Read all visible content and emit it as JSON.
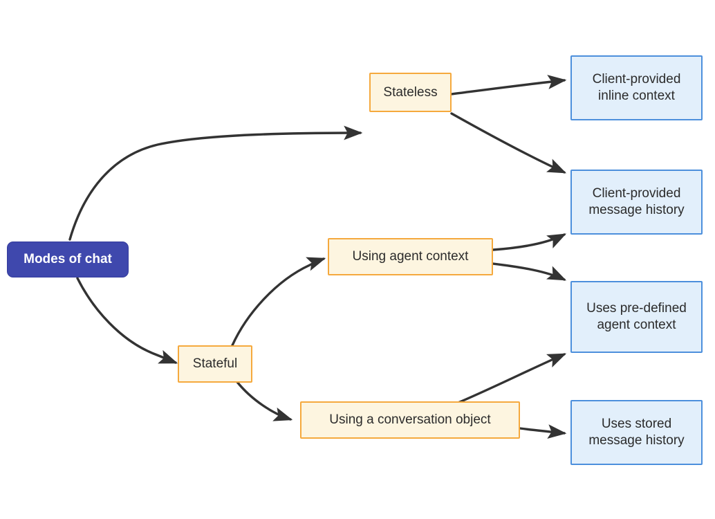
{
  "diagram": {
    "type": "flowchart",
    "direction": "left-to-right",
    "title": "Modes of chat",
    "colors": {
      "root_fill": "#3f48ad",
      "root_stroke": "#333b9c",
      "root_text": "#ffffff",
      "mid_fill": "#fdf5e0",
      "mid_stroke": "#f5a93d",
      "outcome_fill": "#e2effb",
      "outcome_stroke": "#4c8fdc",
      "text": "#2b2b2b",
      "edge": "#333333",
      "background": "#ffffff"
    },
    "nodes": [
      {
        "id": "root",
        "label": "Modes of chat",
        "kind": "root"
      },
      {
        "id": "stateless",
        "label": "Stateless",
        "kind": "mid"
      },
      {
        "id": "stateful",
        "label": "Stateful",
        "kind": "mid"
      },
      {
        "id": "agentctx",
        "label": "Using agent context",
        "kind": "mid"
      },
      {
        "id": "convobj",
        "label": "Using a conversation object",
        "kind": "mid"
      },
      {
        "id": "inline",
        "label": "Client-provided\ninline context",
        "kind": "outcome"
      },
      {
        "id": "clienthist",
        "label": "Client-provided\nmessage history",
        "kind": "outcome"
      },
      {
        "id": "predefined",
        "label": "Uses pre-defined\nagent context",
        "kind": "outcome"
      },
      {
        "id": "storedhist",
        "label": "Uses stored\nmessage history",
        "kind": "outcome"
      }
    ],
    "edges": [
      {
        "from": "root",
        "to": "stateless"
      },
      {
        "from": "root",
        "to": "stateful"
      },
      {
        "from": "stateless",
        "to": "inline"
      },
      {
        "from": "stateless",
        "to": "clienthist"
      },
      {
        "from": "stateful",
        "to": "agentctx"
      },
      {
        "from": "stateful",
        "to": "convobj"
      },
      {
        "from": "agentctx",
        "to": "clienthist"
      },
      {
        "from": "agentctx",
        "to": "predefined"
      },
      {
        "from": "convobj",
        "to": "predefined"
      },
      {
        "from": "convobj",
        "to": "storedhist"
      }
    ]
  }
}
